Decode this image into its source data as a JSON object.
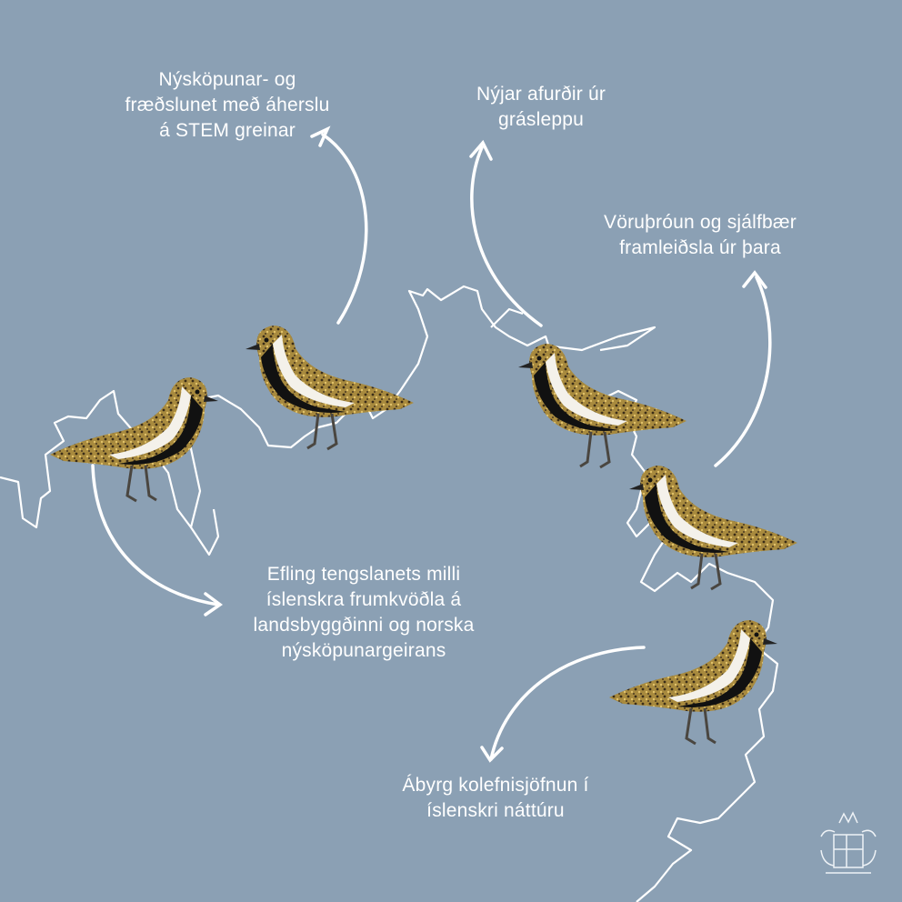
{
  "labels": {
    "stem": "Nýsköpunar- og\nfræðslunet með áherslu\ná STEM greinar",
    "grasleppa": "Nýjar afurðir úr\ngrásleppu",
    "thari": "Vöruþróun og sjálfbær\nframleiðsla úr þara",
    "tengslanet": "Efling tengslanets milli\níslenskra frumkvöðla á\nlandsbyggðinni og norska\nnýsköpunargeirans",
    "kolefni": "Ábyrg kolefnisjöfnun í\níslenskri náttúru"
  },
  "colors": {
    "background": "#8ba0b4",
    "line": "#ffffff"
  }
}
